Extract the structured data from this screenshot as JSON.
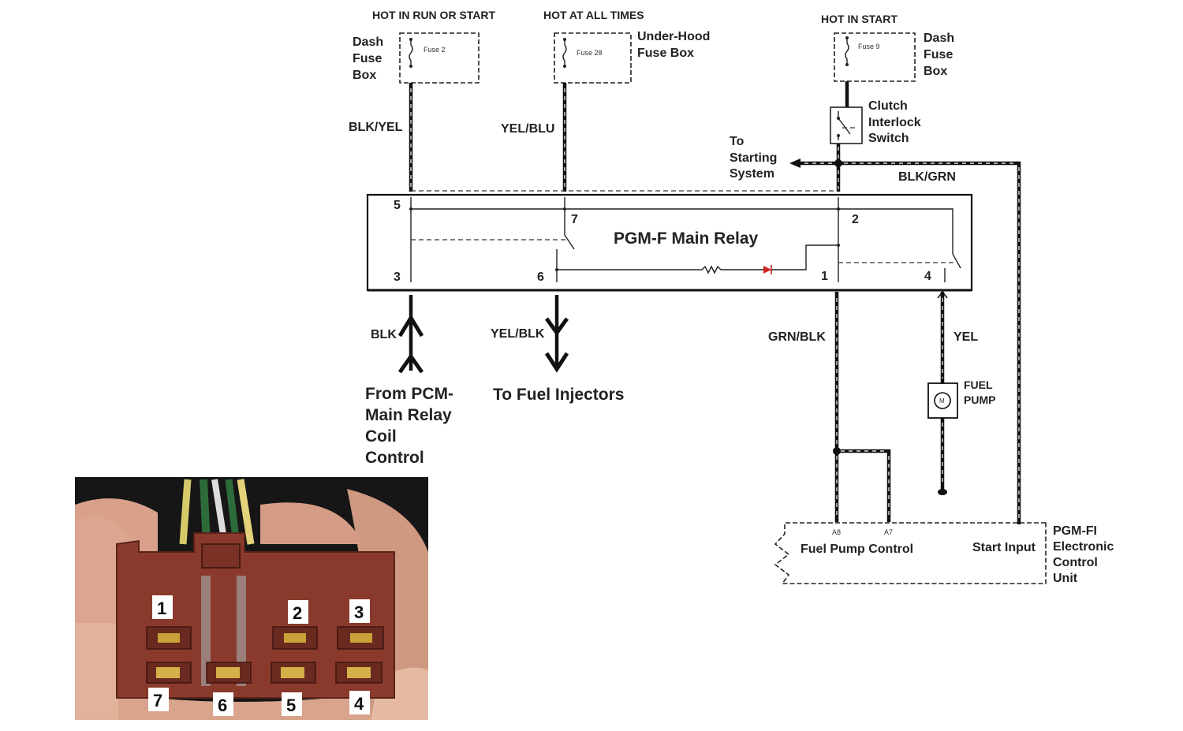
{
  "fuse_boxes": [
    {
      "header": "HOT IN RUN OR START",
      "box_label": [
        "Dash",
        "Fuse",
        "Box"
      ],
      "fuse": "Fuse 2"
    },
    {
      "header": "HOT AT ALL TIMES",
      "box_label": [
        "Under-Hood",
        "Fuse Box"
      ],
      "fuse": "Fuse 28"
    },
    {
      "header": "HOT IN START",
      "box_label": [
        "Dash",
        "Fuse",
        "Box"
      ],
      "fuse": "Fuse 9"
    }
  ],
  "clutch_switch": [
    "Clutch",
    "Interlock",
    "Switch"
  ],
  "starting_system": [
    "To",
    "Starting",
    "System"
  ],
  "relay": {
    "title": "PGM-F Main Relay",
    "pins": {
      "p1": "1",
      "p2": "2",
      "p3": "3",
      "p4": "4",
      "p5": "5",
      "p6": "6",
      "p7": "7"
    }
  },
  "wire_colors": {
    "blk_yel": "BLK/YEL",
    "yel_blu": "YEL/BLU",
    "blk_grn": "BLK/GRN",
    "blk": "BLK",
    "yel_blk": "YEL/BLK",
    "grn_blk": "GRN/BLK",
    "yel": "YEL"
  },
  "annotations": {
    "from_pcm": [
      "From PCM-",
      "Main Relay",
      "Coil",
      "Control"
    ],
    "to_injectors": "To Fuel Injectors"
  },
  "fuel_pump": {
    "label": [
      "FUEL",
      "PUMP"
    ],
    "symbol": "M"
  },
  "ecu": {
    "pin_a8": "A8",
    "pin_a7": "A7",
    "fuel_pump_control": "Fuel Pump Control",
    "start_input": "Start Input",
    "name": [
      "PGM-FI",
      "Electronic",
      "Control",
      "Unit"
    ]
  },
  "connector_photo": {
    "top_row": [
      "1",
      "2",
      "3"
    ],
    "bottom_row": [
      "7",
      "6",
      "5",
      "4"
    ],
    "colors": {
      "housing": "#8a3a2c",
      "background": "#141414",
      "skin": "#d9a08a"
    }
  }
}
